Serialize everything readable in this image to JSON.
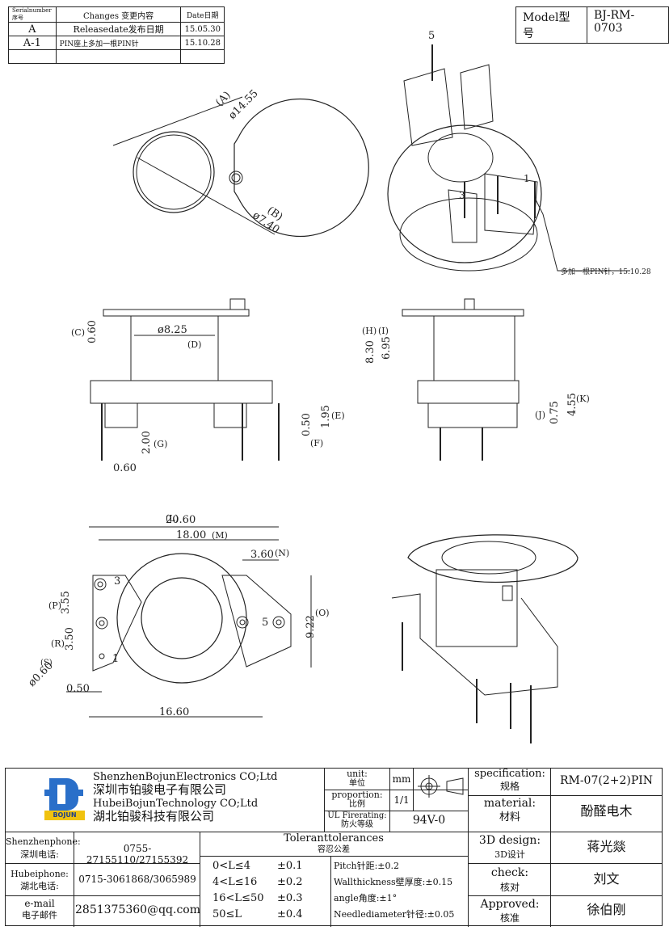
{
  "revision_table": {
    "headers": [
      "Serialnumber序号",
      "Changes 变更内容",
      "Date日期"
    ],
    "rows": [
      {
        "serial": "A",
        "change": "Releasedate发布日期",
        "date": "15.05.30"
      },
      {
        "serial": "A-1",
        "change": "PIN座上多加一根PIN针",
        "date": "15.10.28"
      }
    ]
  },
  "model": {
    "label": "Model型号",
    "value": "BJ-RM-0703"
  },
  "dimensions": {
    "A": "(A)",
    "A_val": "ø14.55",
    "B": "(B)",
    "B_val": "ø7.40",
    "C": "(C)",
    "C_val": "0.60",
    "D": "(D)",
    "D_val": "ø8.25",
    "E": "(E)",
    "E_val": "1.95",
    "F": "(F)",
    "F_val": "0.50",
    "G": "(G)",
    "G_val": "2.00",
    "bottom_pin_val": "0.60",
    "H": "(H)",
    "H_val": "8.30",
    "I": "(I)",
    "I_val": "6.95",
    "J": "(J)",
    "J_val": "0.75",
    "K": "(K)",
    "K_val": "4.55",
    "L": "(L)",
    "L_val": "20.60",
    "M": "(M)",
    "M_val": "18.00",
    "N": "(N)",
    "N_val": "3.60",
    "O": "(O)",
    "O_val": "9.22",
    "P": "(P)",
    "P_val": "3.55",
    "R": "(R)",
    "R_val": "3.50",
    "S": "(S)",
    "S_val": "ø0.60",
    "bot_left_val": "0.50",
    "bot_width_val": "16.60"
  },
  "pin_labels": {
    "p5_top": "5",
    "p1_top": "1",
    "p3_top": "3",
    "p3": "3",
    "p5": "5",
    "p1": "1"
  },
  "annotation": "多加一根PIN针，15.10.28",
  "title_block": {
    "company_en_1": "ShenzhenBojunElectronics CO;Ltd",
    "company_cn_1": "深圳市铂骏电子有限公司",
    "company_en_2": "HubeiBojunTechnology CO;Ltd",
    "company_cn_2": "湖北铂骏科技有限公司",
    "logo_text": "BOJUN",
    "unit_label_en": "unit:",
    "unit_label_cn": "单位",
    "unit_value": "mm",
    "proportion_en": "proportion:",
    "proportion_cn": "比例",
    "proportion_value": "1/1",
    "ul_en": "UL Firerating:",
    "ul_cn": "防火等级",
    "ul_value": "94V-0",
    "spec_en": "specification:",
    "spec_cn": "规格",
    "spec_value": "RM-07(2+2)PIN",
    "material_en": "material:",
    "material_cn": "材料",
    "material_value": "酚醛电木",
    "design_en": "3D design:",
    "design_cn": "3D设计",
    "design_value": "蒋光燚",
    "check_en": "check:",
    "check_cn": "核对",
    "check_value": "刘文",
    "approved_en": "Approved:",
    "approved_cn": "核准",
    "approved_value": "徐伯刚",
    "sz_phone_en": "Shenzhenphone:",
    "sz_phone_cn": "深圳电话:",
    "sz_phone_value": "0755-27155110/27155392",
    "hb_phone_en": "Hubeiphone:",
    "hb_phone_cn": "湖北电话:",
    "hb_phone_value": "0715-3061868/3065989",
    "email_en": "e-mail",
    "email_cn": "电子邮件",
    "email_value": "2851375360@qq.com",
    "tol_en": "Toleranttolerances",
    "tol_cn": "容忍公差",
    "tolerances": [
      {
        "range": "0<L≤4",
        "tol": "±0.1"
      },
      {
        "range": "4<L≤16",
        "tol": "±0.2"
      },
      {
        "range": "16<L≤50",
        "tol": "±0.3"
      },
      {
        "range": "50≤L",
        "tol": "±0.4"
      }
    ],
    "pitch": "Pitch针距:±0.2",
    "wall": "Wallthickness壁厚度:±0.15",
    "angle": "angle角度:±1°",
    "needle": "Needlediameter针径:±0.05"
  }
}
